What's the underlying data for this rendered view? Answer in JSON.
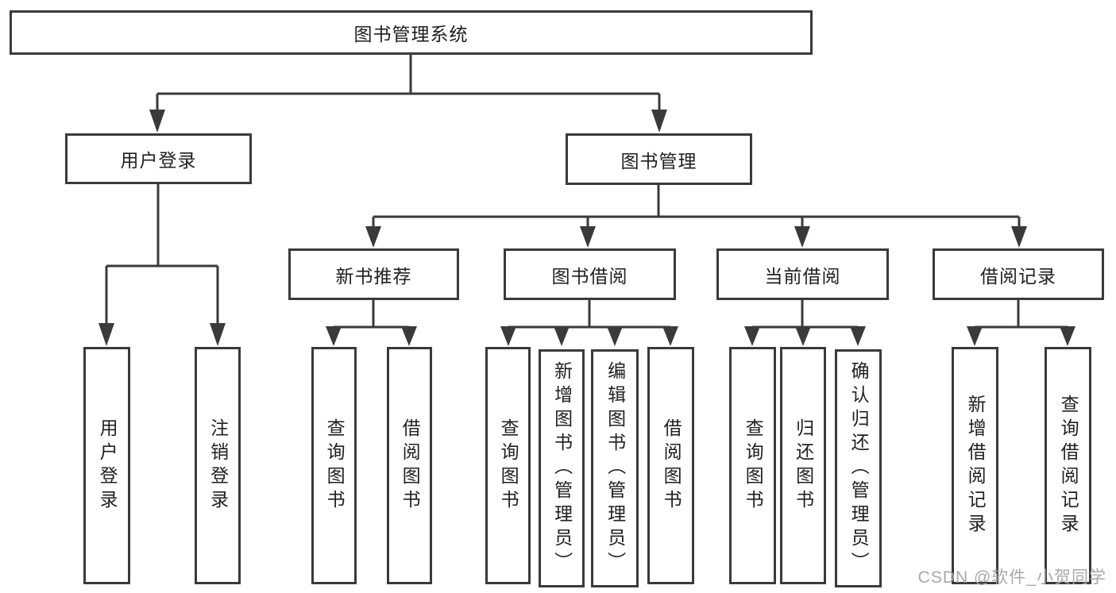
{
  "tree": {
    "root": {
      "label": "图书管理系统"
    },
    "branches": [
      {
        "label": "用户登录",
        "children": [
          {
            "label": "用户登录"
          },
          {
            "label": "注销登录"
          }
        ]
      },
      {
        "label": "图书管理",
        "children": [
          {
            "label": "新书推荐",
            "children": [
              {
                "label": "查询图书"
              },
              {
                "label": "借阅图书"
              }
            ]
          },
          {
            "label": "图书借阅",
            "children": [
              {
                "label": "查询图书"
              },
              {
                "label": "新增图书（管理员）"
              },
              {
                "label": "编辑图书（管理员）"
              },
              {
                "label": "借阅图书"
              }
            ]
          },
          {
            "label": "当前借阅",
            "children": [
              {
                "label": "查询图书"
              },
              {
                "label": "归还图书"
              },
              {
                "label": "确认归还（管理员）"
              }
            ]
          },
          {
            "label": "借阅记录",
            "children": [
              {
                "label": "新增借阅记录"
              },
              {
                "label": "查询借阅记录"
              }
            ]
          }
        ]
      }
    ]
  },
  "colors": {
    "line": "#3a3a3a",
    "text": "#1f1f1f",
    "watermark": "#a8a8a8",
    "background": "#ffffff"
  },
  "watermark": {
    "text": "CSDN @软件_小贺同学"
  }
}
